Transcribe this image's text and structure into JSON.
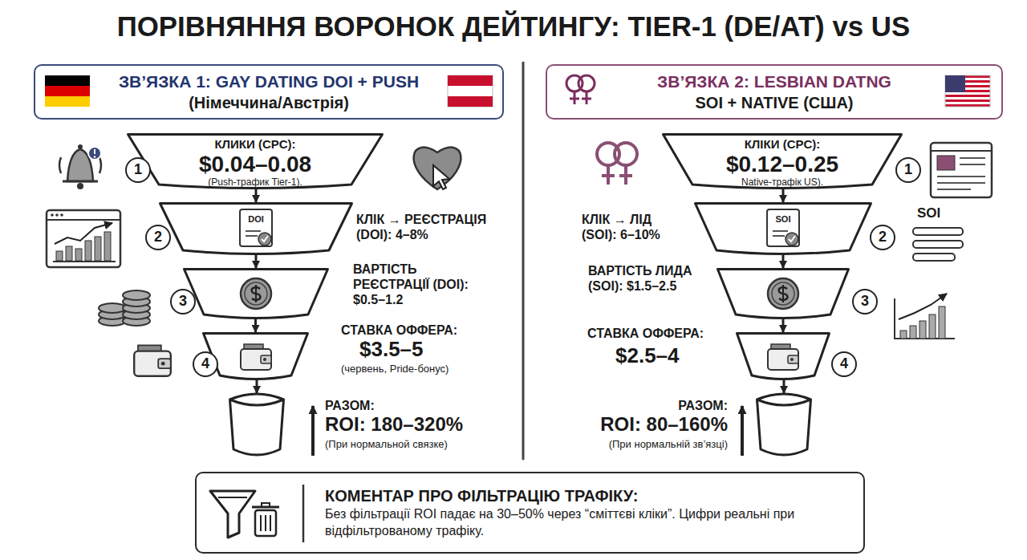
{
  "diagram": {
    "title": "ПОРІВНЯННЯ ВОРОНОК ДЕЙТИНГУ: TIER-1 (DE/AT) vs US",
    "nodes": [
      {
        "text": [
          "ЗВ’ЯЗКА 1: GAY DATING DOI + PUSH",
          "(Німеччина/Австрія)"
        ]
      },
      {
        "text": [
          "КЛИКИ (CPC):",
          "$0.04–0.08",
          "(Push-трафик Tier-1)."
        ]
      },
      {
        "text": [
          "1"
        ]
      },
      {
        "text": [
          "DOI",
          "КЛІК → РЕЄСТРАЦІЯ (DOI): 4–8%"
        ]
      },
      {
        "text": [
          "2"
        ]
      },
      {
        "text": [
          "ВАРТІСТЬ РЕЄСТРАЦІЇ (DOI): $0.5–1.2"
        ]
      },
      {
        "text": [
          "3"
        ]
      },
      {
        "text": [
          "СТАВКА ОФФЕРА:",
          "$3.5–5",
          "(червень, Pride-бонус)"
        ]
      },
      {
        "text": [
          "4"
        ]
      },
      {
        "text": [
          "РАЗОМ:",
          "ROI: 180–320%",
          "(При нормальной связке)"
        ]
      },
      {
        "text": [
          "ЗВ’ЯЗКА 2: LESBIAN DATNG",
          "SOI + NATIVE (США)"
        ]
      },
      {
        "text": [
          "КЛІКИ (CPC):",
          "$0.12–0.25",
          "Native-трафік US)."
        ]
      },
      {
        "text": [
          "1"
        ]
      },
      {
        "text": [
          "SOI",
          "КЛІК → ЛІД (SOI): 6–10%"
        ]
      },
      {
        "text": [
          "2"
        ]
      },
      {
        "text": [
          "ВАРТІСТЬ ЛИДА (SOI): $1.5–2.5"
        ]
      },
      {
        "text": [
          "3"
        ]
      },
      {
        "text": [
          "СТАВКА ОФФЕРА:",
          "$2.5–4"
        ]
      },
      {
        "text": [
          "4"
        ]
      },
      {
        "text": [
          "РАЗОМ:",
          "ROI: 80–160%",
          "(При нормальній зв’язці)"
        ]
      },
      {
        "text": [
          "КОМЕНТАР ПРО ФІЛЬТРАЦІЮ ТРАФІКУ:",
          "Без фільтрації ROI падає на 30–50% через “сміттєві кліки”. Цифри реальні при відфільтрованому трафіку."
        ]
      }
    ],
    "edges": [
      {
        "from": 1,
        "to": 3,
        "arrow": "to"
      },
      {
        "from": 3,
        "to": 5,
        "arrow": "to"
      },
      {
        "from": 5,
        "to": 7,
        "arrow": "to"
      },
      {
        "from": 7,
        "to": 9,
        "arrow": "to"
      },
      {
        "from": 11,
        "to": 13,
        "arrow": "to"
      },
      {
        "from": 13,
        "to": 15,
        "arrow": "to"
      },
      {
        "from": 15,
        "to": 17,
        "arrow": "to"
      },
      {
        "from": 17,
        "to": 19,
        "arrow": "to"
      }
    ],
    "labels": [
      "SOI"
    ]
  }
}
